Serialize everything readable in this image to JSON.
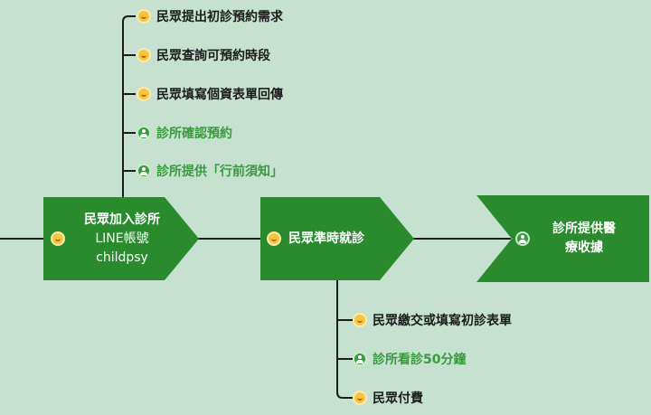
{
  "top_branch": [
    {
      "label": "民眾提出初診預約需求",
      "actor": "citizen",
      "icon": "smiley-icon"
    },
    {
      "label": "民眾查詢可預約時段",
      "actor": "citizen",
      "icon": "smiley-icon"
    },
    {
      "label": "民眾填寫個資表單回傳",
      "actor": "citizen",
      "icon": "smiley-icon"
    },
    {
      "label": "診所確認預約",
      "actor": "clinic",
      "icon": "person-icon"
    },
    {
      "label": "診所提供「行前須知」",
      "actor": "clinic",
      "icon": "person-icon"
    }
  ],
  "nodes": [
    {
      "lines": [
        "民眾加入診所",
        "LINE帳號",
        "childpsy"
      ],
      "icon": "smiley-icon"
    },
    {
      "lines": [
        "民眾準時就診"
      ],
      "icon": "smiley-icon"
    },
    {
      "lines": [
        "診所提供醫",
        "療收據"
      ],
      "icon": "person-icon"
    }
  ],
  "bottom_branch": [
    {
      "label": "民眾繳交或填寫初診表單",
      "actor": "citizen",
      "icon": "smiley-icon"
    },
    {
      "label": "診所看診50分鐘",
      "actor": "clinic",
      "icon": "person-icon"
    },
    {
      "label": "民眾付費",
      "actor": "citizen",
      "icon": "smiley-icon"
    }
  ],
  "colors": {
    "background": "#c6e1cf",
    "node": "#2a8a2e",
    "clinic_text": "#3a9a3f",
    "citizen_text": "#1b1b1b"
  }
}
